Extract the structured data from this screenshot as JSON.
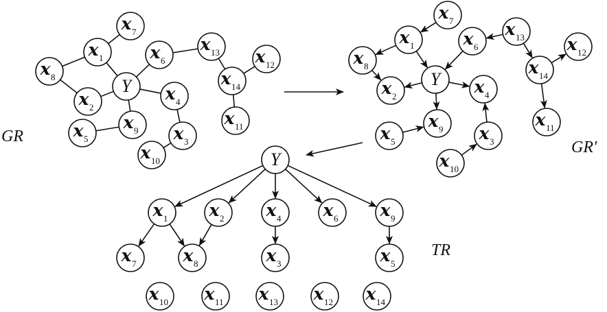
{
  "graphs": {
    "GR": {
      "label": "GR",
      "nodes": [
        {
          "id": "x7",
          "name": "x",
          "sub": "7"
        },
        {
          "id": "x1",
          "name": "x",
          "sub": "1"
        },
        {
          "id": "x8",
          "name": "x",
          "sub": "8"
        },
        {
          "id": "Y",
          "name": "Y",
          "sub": ""
        },
        {
          "id": "x6",
          "name": "x",
          "sub": "6"
        },
        {
          "id": "x13",
          "name": "x",
          "sub": "13"
        },
        {
          "id": "x12",
          "name": "x",
          "sub": "12"
        },
        {
          "id": "x14",
          "name": "x",
          "sub": "14"
        },
        {
          "id": "x2",
          "name": "x",
          "sub": "2"
        },
        {
          "id": "x4",
          "name": "x",
          "sub": "4"
        },
        {
          "id": "x11",
          "name": "x",
          "sub": "11"
        },
        {
          "id": "x5",
          "name": "x",
          "sub": "5"
        },
        {
          "id": "x9",
          "name": "x",
          "sub": "9"
        },
        {
          "id": "x3",
          "name": "x",
          "sub": "3"
        },
        {
          "id": "x10",
          "name": "x",
          "sub": "10"
        }
      ],
      "edges": [
        [
          "x7",
          "x1"
        ],
        [
          "x1",
          "x8"
        ],
        [
          "x1",
          "Y"
        ],
        [
          "x8",
          "x2"
        ],
        [
          "x2",
          "Y"
        ],
        [
          "Y",
          "x6"
        ],
        [
          "x6",
          "x13"
        ],
        [
          "x13",
          "x14"
        ],
        [
          "x14",
          "x12"
        ],
        [
          "x14",
          "x11"
        ],
        [
          "Y",
          "x4"
        ],
        [
          "Y",
          "x9"
        ],
        [
          "x9",
          "x5"
        ],
        [
          "x4",
          "x3"
        ],
        [
          "x3",
          "x10"
        ]
      ],
      "directed": false
    },
    "GRp": {
      "label": "GR′",
      "nodes": [
        {
          "id": "x7",
          "name": "x",
          "sub": "7"
        },
        {
          "id": "x1",
          "name": "x",
          "sub": "1"
        },
        {
          "id": "x6",
          "name": "x",
          "sub": "6"
        },
        {
          "id": "x13",
          "name": "x",
          "sub": "13"
        },
        {
          "id": "x12",
          "name": "x",
          "sub": "12"
        },
        {
          "id": "x8",
          "name": "x",
          "sub": "8"
        },
        {
          "id": "Y",
          "name": "Y",
          "sub": ""
        },
        {
          "id": "x14",
          "name": "x",
          "sub": "14"
        },
        {
          "id": "x2",
          "name": "x",
          "sub": "2"
        },
        {
          "id": "x4",
          "name": "x",
          "sub": "4"
        },
        {
          "id": "x9",
          "name": "x",
          "sub": "9"
        },
        {
          "id": "x11",
          "name": "x",
          "sub": "11"
        },
        {
          "id": "x5",
          "name": "x",
          "sub": "5"
        },
        {
          "id": "x3",
          "name": "x",
          "sub": "3"
        },
        {
          "id": "x10",
          "name": "x",
          "sub": "10"
        }
      ],
      "edges": [
        [
          "x7",
          "x1"
        ],
        [
          "x1",
          "x8"
        ],
        [
          "x8",
          "x2"
        ],
        [
          "x1",
          "Y"
        ],
        [
          "x6",
          "Y"
        ],
        [
          "x13",
          "x6"
        ],
        [
          "x13",
          "x14"
        ],
        [
          "x14",
          "x12"
        ],
        [
          "x14",
          "x11"
        ],
        [
          "Y",
          "x2"
        ],
        [
          "Y",
          "x4"
        ],
        [
          "Y",
          "x9"
        ],
        [
          "x5",
          "x9"
        ],
        [
          "x3",
          "x4"
        ],
        [
          "x10",
          "x3"
        ]
      ],
      "directed": true
    },
    "TR": {
      "label": "TR",
      "nodes": [
        {
          "id": "Y",
          "name": "Y",
          "sub": ""
        },
        {
          "id": "x1",
          "name": "x",
          "sub": "1"
        },
        {
          "id": "x2",
          "name": "x",
          "sub": "2"
        },
        {
          "id": "x4",
          "name": "x",
          "sub": "4"
        },
        {
          "id": "x6",
          "name": "x",
          "sub": "6"
        },
        {
          "id": "x9",
          "name": "x",
          "sub": "9"
        },
        {
          "id": "x7",
          "name": "x",
          "sub": "7"
        },
        {
          "id": "x8",
          "name": "x",
          "sub": "8"
        },
        {
          "id": "x3",
          "name": "x",
          "sub": "3"
        },
        {
          "id": "x5",
          "name": "x",
          "sub": "5"
        },
        {
          "id": "x10",
          "name": "x",
          "sub": "10"
        },
        {
          "id": "x11",
          "name": "x",
          "sub": "11"
        },
        {
          "id": "x13",
          "name": "x",
          "sub": "13"
        },
        {
          "id": "x12",
          "name": "x",
          "sub": "12"
        },
        {
          "id": "x14",
          "name": "x",
          "sub": "14"
        }
      ],
      "edges": [
        [
          "Y",
          "x1"
        ],
        [
          "Y",
          "x2"
        ],
        [
          "Y",
          "x4"
        ],
        [
          "Y",
          "x6"
        ],
        [
          "Y",
          "x9"
        ],
        [
          "x1",
          "x7"
        ],
        [
          "x1",
          "x8"
        ],
        [
          "x2",
          "x8"
        ],
        [
          "x4",
          "x3"
        ],
        [
          "x9",
          "x5"
        ]
      ],
      "directed": true
    }
  }
}
